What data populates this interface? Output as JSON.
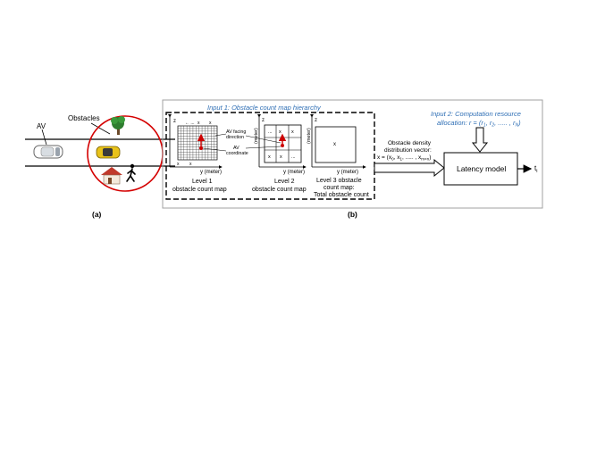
{
  "panel_a": {
    "av_label": "AV",
    "obstacles_label": "Obstacles",
    "caption": "(a)"
  },
  "panel_b": {
    "input1_title": "Input 1: Obstacle count map hierarchy",
    "input2_line1": "Input 2: Computation resource",
    "input2_line2": "allocation: r = (r",
    "caption": "(b)",
    "level1": {
      "label_line1": "Level 1",
      "label_line2": "obstacle count map",
      "x_axis": "y (meter)",
      "y_axis": "z",
      "top_labels": [
        "x",
        "x"
      ],
      "corner_labels": [
        "x",
        "x"
      ],
      "arrow_prefix": "..."
    },
    "level2": {
      "label_line1": "Level 2",
      "label_line2": "obstacle count map",
      "x_axis": "y (meter)",
      "y_axis": "z",
      "y_axis_unit": "(meter)",
      "cells_top": [
        "...",
        "x",
        "x"
      ],
      "cells_bottom": [
        "x",
        "x",
        "..."
      ],
      "facing_label_1": "AV facing",
      "facing_label_2": "direction",
      "coord_label_1": "AV",
      "coord_label_2": "coordinate"
    },
    "level3": {
      "label_line1": "Level 3 obstacle",
      "label_line2": "count map:",
      "label_line3": "Total obstacle count",
      "x_axis": "y (meter)",
      "y_axis": "z",
      "y_axis_unit": "(meter)",
      "cell_label": "x"
    },
    "vector": {
      "line1": "Obstacle density",
      "line2": "distribution vector:",
      "line3": "x = (x",
      "line3_mid": ", x",
      "line3_end": ", ..... , x"
    },
    "latency_model": "Latency model",
    "output": "t"
  }
}
